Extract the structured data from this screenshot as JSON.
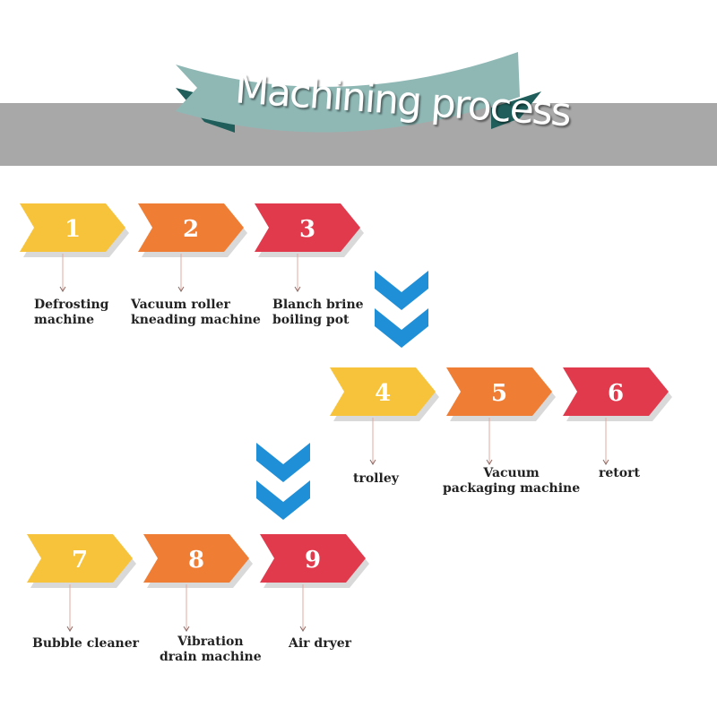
{
  "header": {
    "title": "Machining process",
    "banner_color": "#8fb8b5",
    "banner_shadow_color": "#1f5e5a",
    "band_color": "#a8a8a8"
  },
  "colors": {
    "yellow": "#f7c33a",
    "orange": "#f07d34",
    "red": "#e23a4d",
    "chevron": "#1f8fd8",
    "connector": "#e0a9a0"
  },
  "steps": [
    {
      "number": "1",
      "label": "Defrosting\nmachine",
      "color": "yellow"
    },
    {
      "number": "2",
      "label": "Vacuum roller\n kneading machine",
      "color": "orange"
    },
    {
      "number": "3",
      "label": "Blanch brine\nboiling pot",
      "color": "red"
    },
    {
      "number": "4",
      "label": "trolley",
      "color": "yellow"
    },
    {
      "number": "5",
      "label": "Vacuum\npackaging machine",
      "color": "orange"
    },
    {
      "number": "6",
      "label": "retort",
      "color": "red"
    },
    {
      "number": "7",
      "label": "Bubble cleaner",
      "color": "yellow"
    },
    {
      "number": "8",
      "label": "Vibration\ndrain machine",
      "color": "orange"
    },
    {
      "number": "9",
      "label": "Air dryer",
      "color": "red"
    }
  ]
}
